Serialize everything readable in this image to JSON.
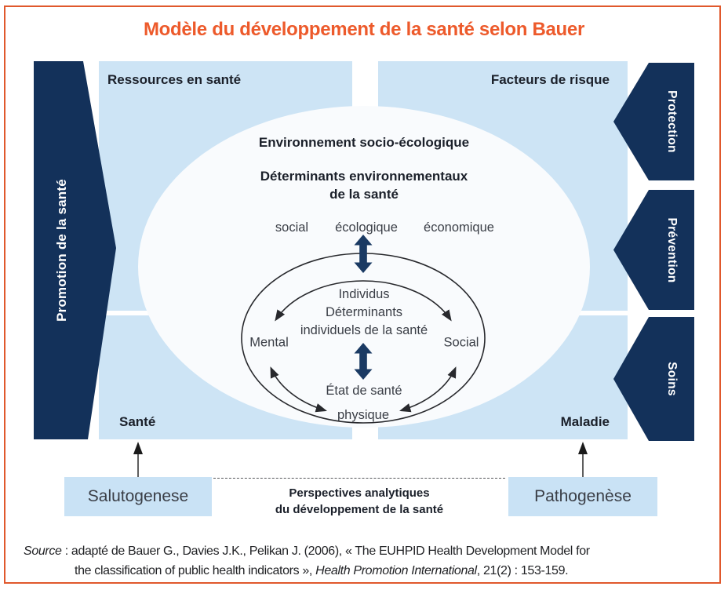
{
  "title": "Modèle du développement de la santé selon Bauer",
  "colors": {
    "accent_orange": "#ed5a2b",
    "navy": "#13315a",
    "light_blue": "#cde4f5",
    "double_arrow_blue": "#1a3a63",
    "ellipse_fill": "#f9fbfd"
  },
  "left_banner": {
    "label": "Promotion de la santé"
  },
  "quadrants": {
    "top_left": "Ressources en santé",
    "top_right": "Facteurs de risque",
    "bottom_left": "Santé",
    "bottom_right": "Maladie"
  },
  "right_arrows": [
    {
      "label": "Protection"
    },
    {
      "label": "Prévention"
    },
    {
      "label": "Soins"
    }
  ],
  "ellipse": {
    "env_title": "Environnement socio-écologique",
    "env_det_line1": "Déterminants environnementaux",
    "env_det_line2": "de la santé",
    "dimensions": {
      "social": "social",
      "ecological": "écologique",
      "economic": "économique"
    },
    "inner": {
      "individus": "Individus",
      "det_line1": "Déterminants",
      "det_line2": "individuels de la santé",
      "left": "Mental",
      "right": "Social",
      "state_line1": "État de santé",
      "state_line2": "physique"
    }
  },
  "bottom": {
    "left_box": "Salutogenese",
    "right_box": "Pathogenèse",
    "center_line1": "Perspectives analytiques",
    "center_line2": "du développement de la santé"
  },
  "source": {
    "line1_italic": "Source",
    "line1_rest": " : adapté de Bauer G., Davies J.K., Pelikan J. (2006), « The EUHPID Health Development Model for",
    "line2_start": "the classification of public health indicators », ",
    "line2_italic": "Health Promotion International",
    "line2_end": ", 21(2) : 153-159."
  }
}
